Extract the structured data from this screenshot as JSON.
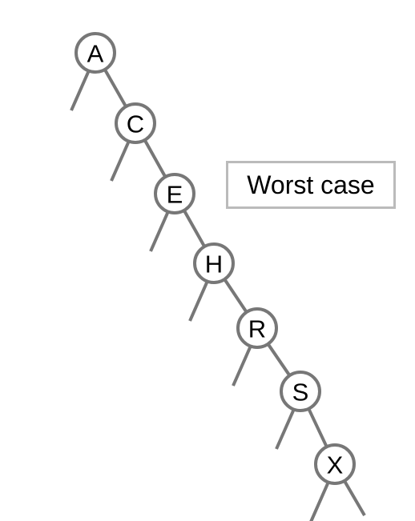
{
  "diagram": {
    "nodes": [
      {
        "key": "A"
      },
      {
        "key": "C"
      },
      {
        "key": "E"
      },
      {
        "key": "H"
      },
      {
        "key": "R"
      },
      {
        "key": "S"
      },
      {
        "key": "X"
      }
    ],
    "caption": "Worst case"
  },
  "colors": {
    "stroke": "#777777",
    "caption_border": "#bbbbbb",
    "text": "#000000",
    "background": "#ffffff"
  }
}
